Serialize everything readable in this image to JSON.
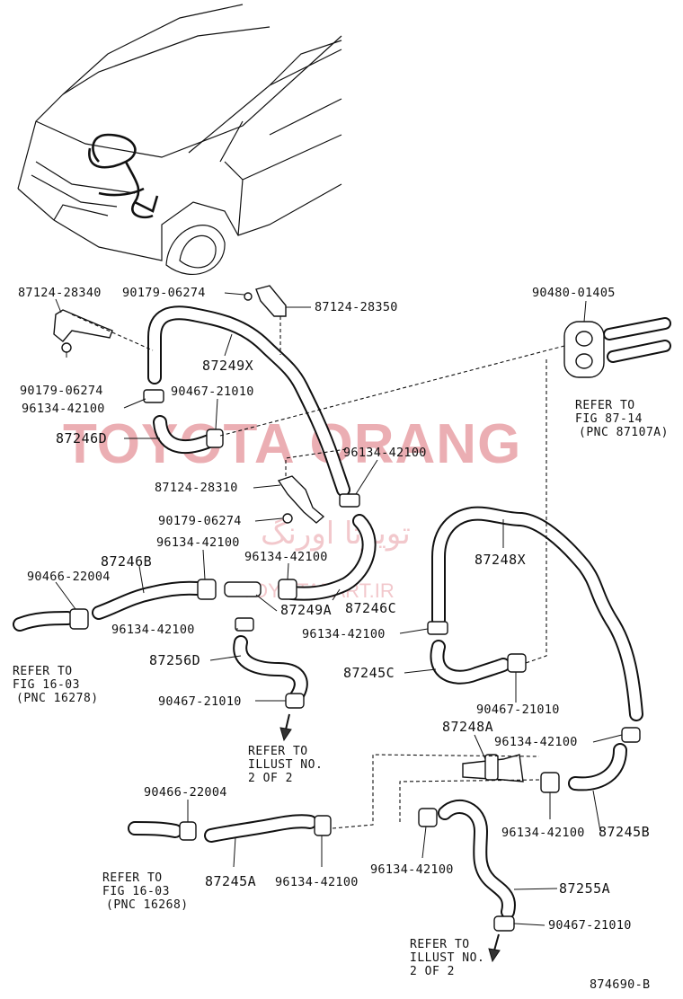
{
  "watermark": {
    "brand": "TOYOTA ORANG",
    "arabic": "تویوتا اورنگ",
    "site": "TOYOTAPART.IR"
  },
  "figure_code": "874690-B",
  "labels": {
    "p87124_28340": "87124-28340",
    "p90179_06274_a": "90179-06274",
    "p87124_28350": "87124-28350",
    "p87249x": "87249X",
    "p90179_06274_b": "90179-06274",
    "p96134_42100_a": "96134-42100",
    "p90467_21010_a": "90467-21010",
    "p87246d": "87246D",
    "p90480_01405": "90480-01405",
    "p96134_42100_b": "96134-42100",
    "p87124_28310": "87124-28310",
    "p90179_06274_c": "90179-06274",
    "p96134_42100_c": "96134-42100",
    "p87246b": "87246B",
    "p96134_42100_d": "96134-42100",
    "p90466_22004_a": "90466-22004",
    "p87249a": "87249A",
    "p87246c": "87246C",
    "p87248x": "87248X",
    "p96134_42100_e": "96134-42100",
    "p96134_42100_f": "96134-42100",
    "p87256d": "87256D",
    "p87245c": "87245C",
    "p90467_21010_b": "90467-21010",
    "p90467_21010_c": "90467-21010",
    "p87248a": "87248A",
    "p96134_42100_g": "96134-42100",
    "p96134_42100_h": "96134-42100",
    "p87245b": "87245B",
    "p90466_22004_b": "90466-22004",
    "p87245a": "87245A",
    "p96134_42100_i": "96134-42100",
    "p96134_42100_j": "96134-42100",
    "p87255a": "87255A",
    "p90467_21010_d": "90467-21010"
  },
  "refs": {
    "fig87_14": [
      "REFER TO",
      "FIG 87-14",
      "(PNC 87107A)"
    ],
    "fig16_03_a": [
      "REFER TO",
      "FIG 16-03",
      "(PNC 16278)"
    ],
    "illust_a": [
      "REFER TO",
      "ILLUST NO.",
      "2 OF 2"
    ],
    "fig16_03_b": [
      "REFER TO",
      "FIG 16-03",
      "(PNC 16268)"
    ],
    "illust_b": [
      "REFER TO",
      "ILLUST NO.",
      "2 OF 2"
    ]
  }
}
